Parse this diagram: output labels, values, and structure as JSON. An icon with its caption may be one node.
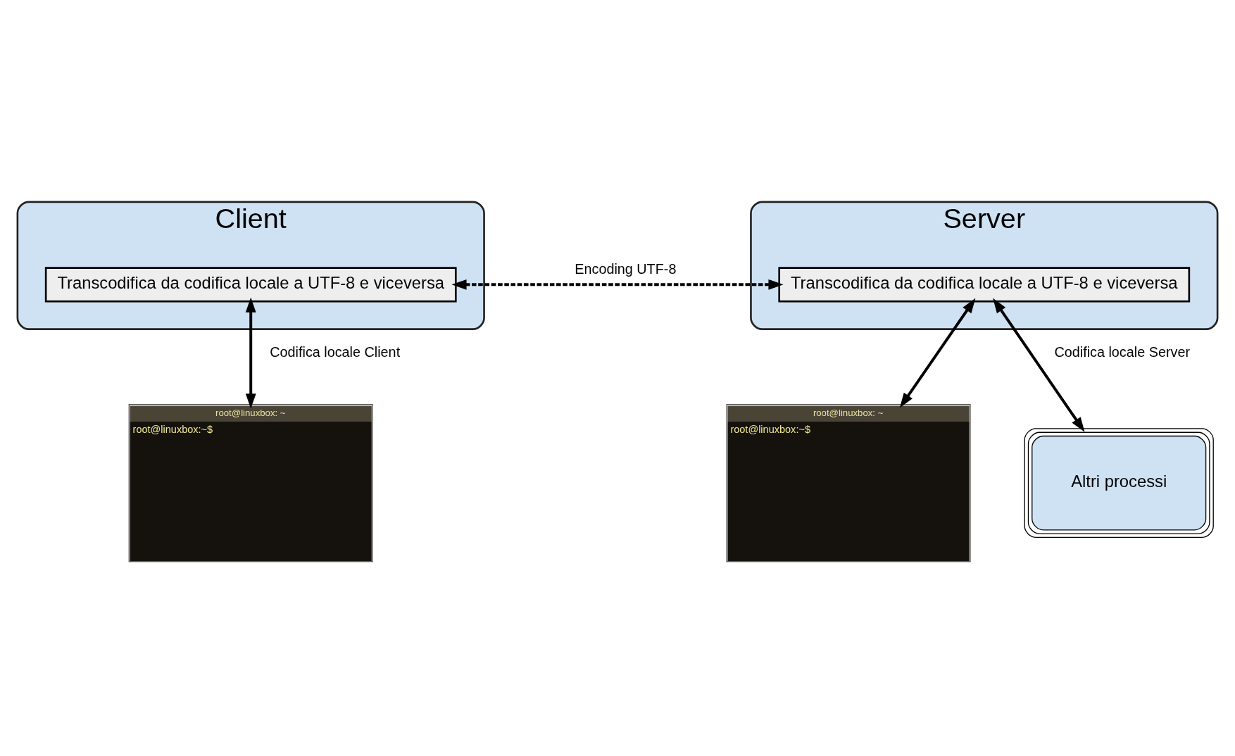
{
  "diagram": {
    "nodes": [
      {
        "text": [
          "Client"
        ]
      },
      {
        "text": [
          "Transcodifica da codifica locale a UTF-8 e viceversa"
        ],
        "in": 0
      },
      {
        "text": [
          "Server"
        ]
      },
      {
        "text": [
          "Transcodifica da codifica locale a UTF-8 e viceversa"
        ],
        "in": 2
      },
      {
        "text": [
          "root@linuxbox: ~",
          "root@linuxbox:~$"
        ]
      },
      {
        "text": [
          "root@linuxbox: ~",
          "root@linuxbox:~$"
        ]
      },
      {
        "text": [
          "Altri processi"
        ]
      }
    ],
    "edges": [
      {
        "from": 1,
        "to": 3,
        "arrow": "both",
        "label": "Encoding UTF-8",
        "style": "dashed"
      },
      {
        "from": 1,
        "to": 4,
        "arrow": "both",
        "label": "Codifica locale Client"
      },
      {
        "from": 3,
        "to": 5,
        "arrow": "both"
      },
      {
        "from": 3,
        "to": 6,
        "arrow": "both",
        "label": "Codifica locale Server"
      }
    ]
  }
}
